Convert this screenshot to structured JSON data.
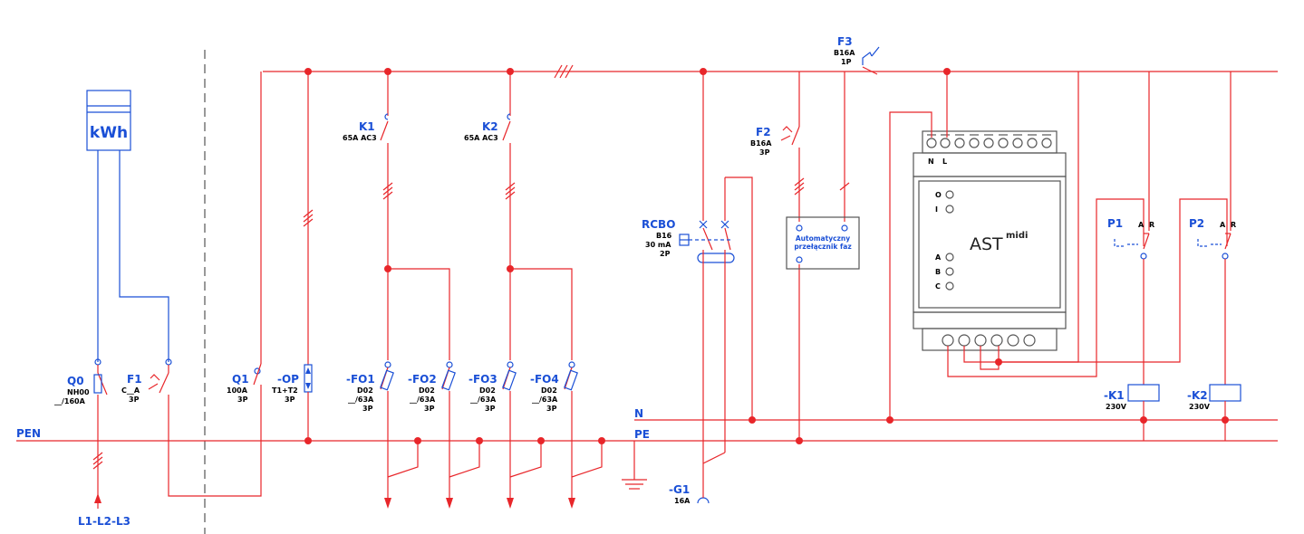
{
  "meter": {
    "label": "kWh"
  },
  "buses": {
    "pen": "PEN",
    "n": "N",
    "pe": "PE"
  },
  "supply": {
    "label": "L1-L2-L3"
  },
  "q0": {
    "name": "Q0",
    "spec1": "NH00",
    "spec2": "__/160A"
  },
  "f1": {
    "name": "F1",
    "spec1": "C__A",
    "spec2": "3P"
  },
  "q1": {
    "name": "Q1",
    "spec1": "100A",
    "spec2": "3P"
  },
  "op": {
    "name": "-OP",
    "spec1": "T1+T2",
    "spec2": "3P"
  },
  "k1c": {
    "name": "K1",
    "spec": "65A AC3"
  },
  "k2c": {
    "name": "K2",
    "spec": "65A AC3"
  },
  "fuses": [
    {
      "name": "-FO1",
      "spec1": "D02",
      "spec2": "__/63A",
      "spec3": "3P"
    },
    {
      "name": "-FO2",
      "spec1": "D02",
      "spec2": "__/63A",
      "spec3": "3P"
    },
    {
      "name": "-FO3",
      "spec1": "D02",
      "spec2": "__/63A",
      "spec3": "3P"
    },
    {
      "name": "-FO4",
      "spec1": "D02",
      "spec2": "__/63A",
      "spec3": "3P"
    }
  ],
  "rcbo": {
    "name": "RCBO",
    "spec1": "B16",
    "spec2": "30 mA",
    "spec3": "2P"
  },
  "g1": {
    "name": "-G1",
    "spec": "16A"
  },
  "f2": {
    "name": "F2",
    "spec1": "B16A",
    "spec2": "3P"
  },
  "f3": {
    "name": "F3",
    "spec1": "B16A",
    "spec2": "1P"
  },
  "ats": {
    "line1": "Automatyczny",
    "line2": "przełącznik faz"
  },
  "controller": {
    "brand": "AST",
    "model": "midi",
    "n": "N",
    "l": "L",
    "o": "O",
    "i": "I",
    "a": "A",
    "b": "B",
    "c": "C"
  },
  "p1": {
    "name": "P1",
    "a": "A",
    "r": "R"
  },
  "p2": {
    "name": "P2",
    "a": "A",
    "r": "R"
  },
  "k1coil": {
    "name": "-K1",
    "spec": "230V"
  },
  "k2coil": {
    "name": "-K2",
    "spec": "230V"
  }
}
